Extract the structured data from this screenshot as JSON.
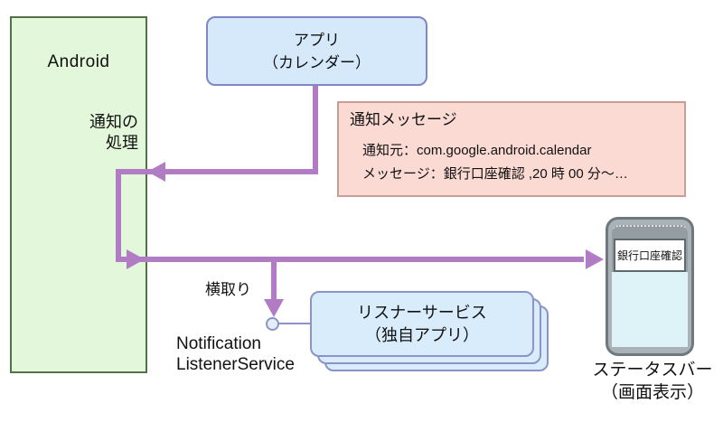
{
  "android": {
    "title": "Android",
    "process_line1": "通知の",
    "process_line2": "処理"
  },
  "app": {
    "line1": "アプリ",
    "line2": "（カレンダー）"
  },
  "notification": {
    "title": "通知メッセージ",
    "source": "通知元：com.google.android.calendar",
    "message": "メッセージ：銀行口座確認 ,20 時 00 分～…"
  },
  "intercept": {
    "label": "横取り"
  },
  "listener": {
    "line1": "リスナーサービス",
    "line2": "（独自アプリ）",
    "service_line1": "Notification",
    "service_line2": "ListenerService"
  },
  "phone": {
    "notification_label": "銀行口座確認",
    "caption_line1": "ステータスバー",
    "caption_line2": "（画面表示）"
  },
  "colors": {
    "arrow_purple": "#b27cc5",
    "android_fill": "#e3f7da",
    "android_border": "#527347",
    "app_fill": "#d5e9fa",
    "app_border": "#7e88c4",
    "notice_fill": "#fbdad4",
    "notice_border": "#c99c96",
    "listener_fill": "#d8ecfb",
    "listener_border": "#8a94c8",
    "phone_body": "#a9b3b7",
    "phone_border": "#6f797d",
    "phone_statusbar": "#949ea2",
    "phone_screen": "#def3f8"
  }
}
